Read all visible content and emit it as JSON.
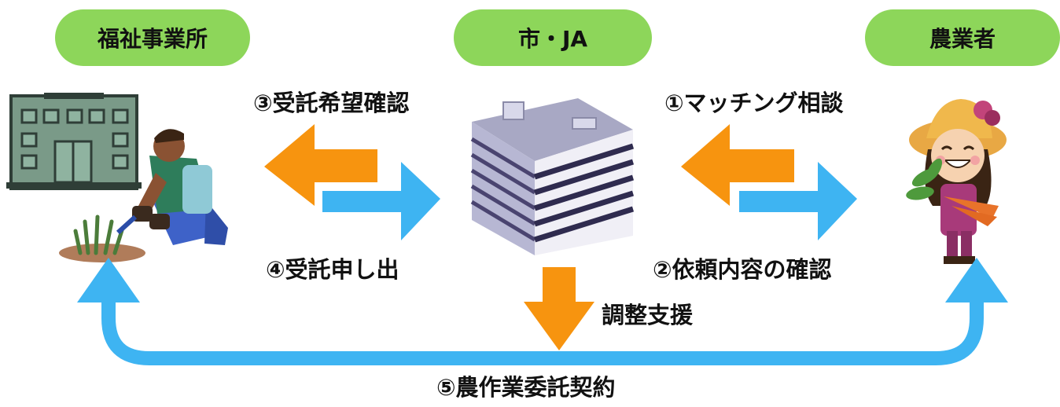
{
  "actors": {
    "welfare": "福祉事業所",
    "city_ja": "市・JA",
    "farmer": "農業者"
  },
  "steps": {
    "s1": "①マッチング相談",
    "s2": "②依頼内容の確認",
    "s3": "③受託希望確認",
    "s4": "④受託申し出",
    "support": "調整支援",
    "s5": "⑤農作業委託契約"
  },
  "colors": {
    "pill": "#8dd65a",
    "orange_arrow": "#f7940f",
    "blue_arrow": "#3eb4f2"
  }
}
